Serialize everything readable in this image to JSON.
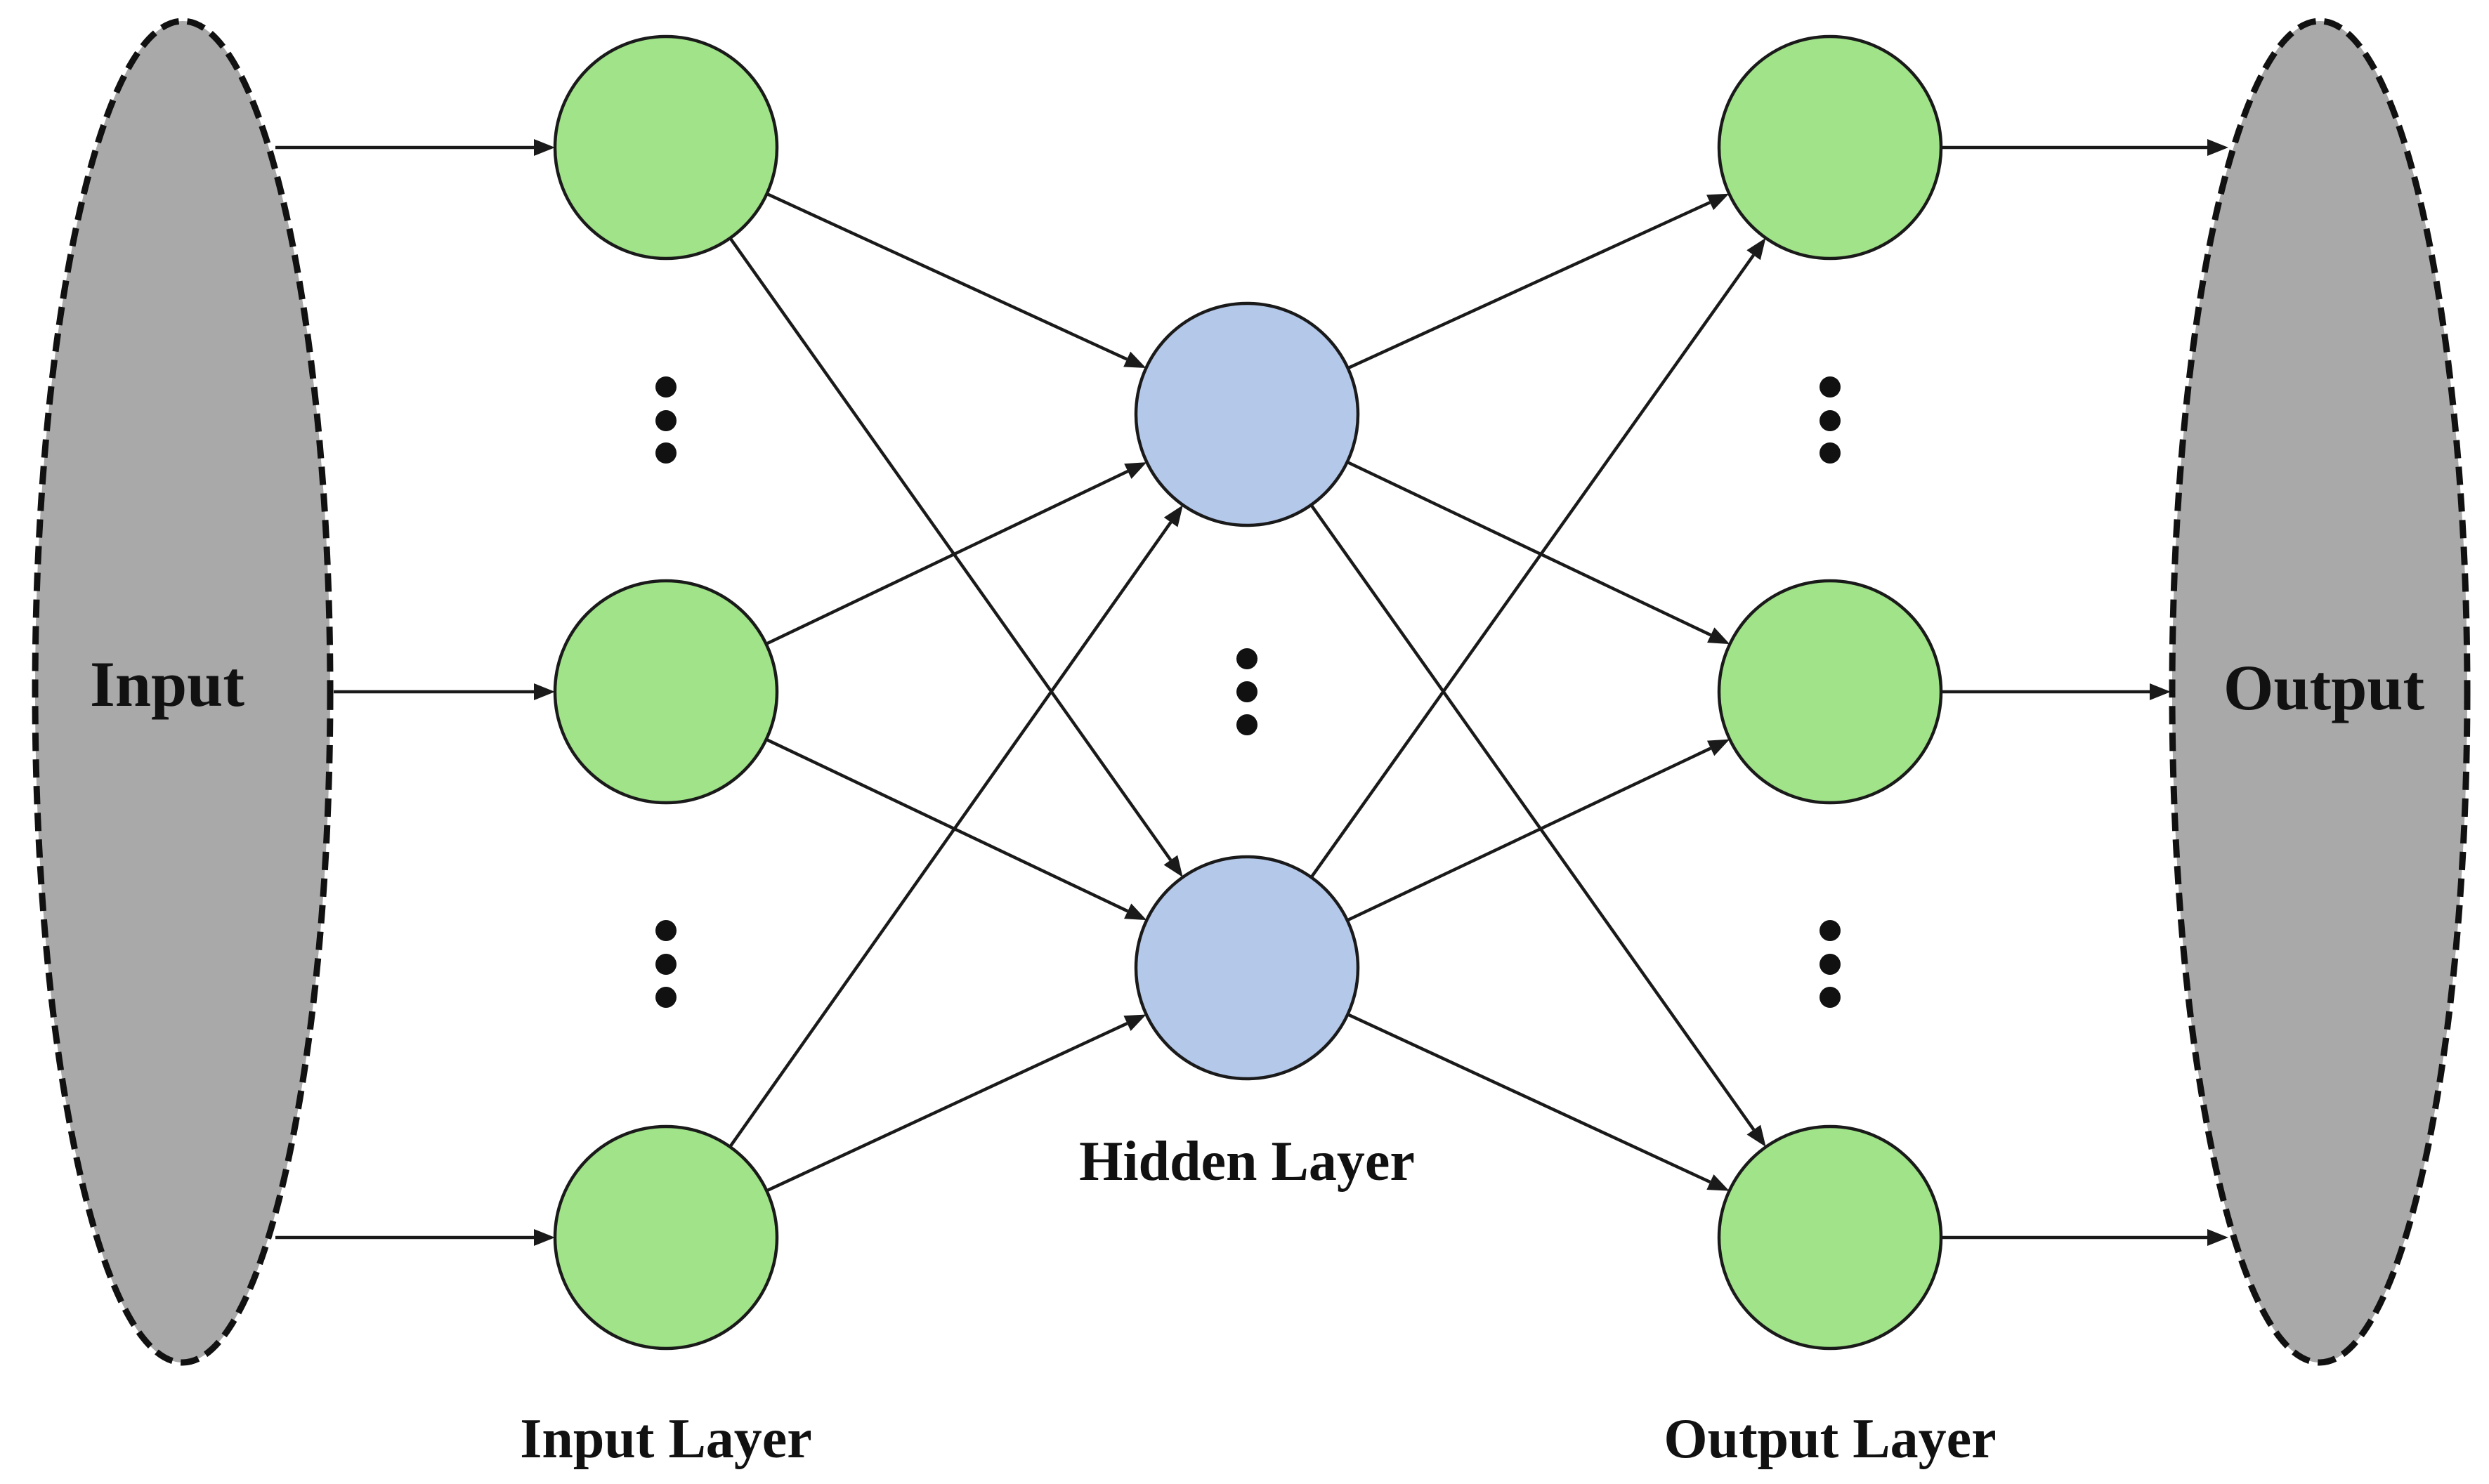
{
  "diagram": {
    "input_label": "Input",
    "output_label": "Output",
    "input_layer_label": "Input Layer",
    "hidden_layer_label": "Hidden Layer",
    "output_layer_label": "Output Layer"
  },
  "colors": {
    "input_output_fill": "#a9a9a9",
    "input_layer_node_fill": "#a0e388",
    "hidden_layer_node_fill": "#b4c8ea",
    "output_layer_node_fill": "#a0e388",
    "edge_color": "#1a1a1a"
  },
  "layers": {
    "input_layer": {
      "visible_nodes": 3,
      "has_ellipsis": true
    },
    "hidden_layer": {
      "visible_nodes": 2,
      "has_ellipsis": true
    },
    "output_layer": {
      "visible_nodes": 3,
      "has_ellipsis": true
    }
  }
}
